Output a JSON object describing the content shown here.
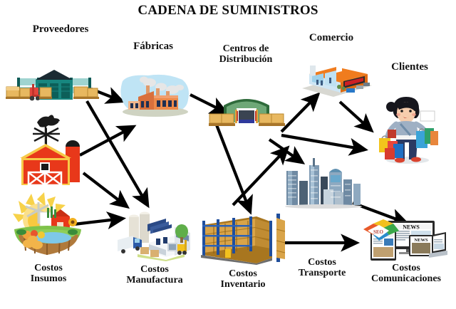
{
  "title": "CADENA DE SUMINISTROS",
  "tier_labels": {
    "proveedores": "Proveedores",
    "fabricas": "Fábricas",
    "centros": "Centros de\nDistribución",
    "comercio": "Comercio",
    "clientes": "Clientes"
  },
  "cost_labels": {
    "insumos": "Costos\nInsumos",
    "manufactura": "Costos\nManufactura",
    "inventario": "Costos\nInventario",
    "transporte": "Costos\nTransporte",
    "comunicaciones": "Costos\nComunicaciones"
  },
  "nodes": [
    {
      "id": "warehouse-supplier",
      "icon": "warehouse-icon",
      "label_ref": "proveedores"
    },
    {
      "id": "factory",
      "icon": "factory-icon",
      "label_ref": "fabricas"
    },
    {
      "id": "distribution-center",
      "icon": "distribution-warehouse-icon",
      "label_ref": "centros"
    },
    {
      "id": "retail-mall",
      "icon": "shopping-mall-icon",
      "label_ref": "comercio"
    },
    {
      "id": "customer",
      "icon": "shopper-woman-icon",
      "label_ref": "clientes"
    },
    {
      "id": "farm-barn",
      "icon": "barn-icon",
      "label_ref": null
    },
    {
      "id": "produce-basket",
      "icon": "farm-basket-icon",
      "label_ref": "insumos"
    },
    {
      "id": "manufacturing-plant",
      "icon": "industrial-plant-icon",
      "label_ref": "manufactura"
    },
    {
      "id": "inventory-racks",
      "icon": "warehouse-racks-icon",
      "label_ref": "inventario"
    },
    {
      "id": "city-skyline",
      "icon": "city-skyline-icon",
      "label_ref": "transporte"
    },
    {
      "id": "media-devices",
      "icon": "news-devices-icon",
      "label_ref": "comunicaciones"
    }
  ],
  "flows": [
    {
      "from": "warehouse-supplier",
      "to": "factory"
    },
    {
      "from": "warehouse-supplier",
      "to": "manufacturing-plant"
    },
    {
      "from": "farm-barn",
      "to": "factory"
    },
    {
      "from": "farm-barn",
      "to": "manufacturing-plant"
    },
    {
      "from": "produce-basket",
      "to": "manufacturing-plant"
    },
    {
      "from": "factory",
      "to": "distribution-center"
    },
    {
      "from": "factory",
      "to": "inventory-racks"
    },
    {
      "from": "distribution-center",
      "to": "retail-mall"
    },
    {
      "from": "distribution-center",
      "to": "city-skyline"
    },
    {
      "from": "inventory-racks",
      "to": "retail-mall"
    },
    {
      "from": "retail-mall",
      "to": "customer"
    },
    {
      "from": "inventory-racks",
      "to": "customer"
    },
    {
      "from": "city-skyline",
      "to": "media-devices"
    }
  ],
  "colors": {
    "arrow": "#000000",
    "title": "#0d0d0d",
    "warehouse_teal": "#118a84",
    "factory_orange": "#e8853f",
    "sky_blue": "#bfe4f5",
    "dc_green": "#5e8c62",
    "barn_red": "#e8381a",
    "pallet_wood": "#c98a32",
    "box_tan": "#e8b860",
    "city_blue": "#6f8aa3",
    "mall_orange": "#f07c1e"
  }
}
